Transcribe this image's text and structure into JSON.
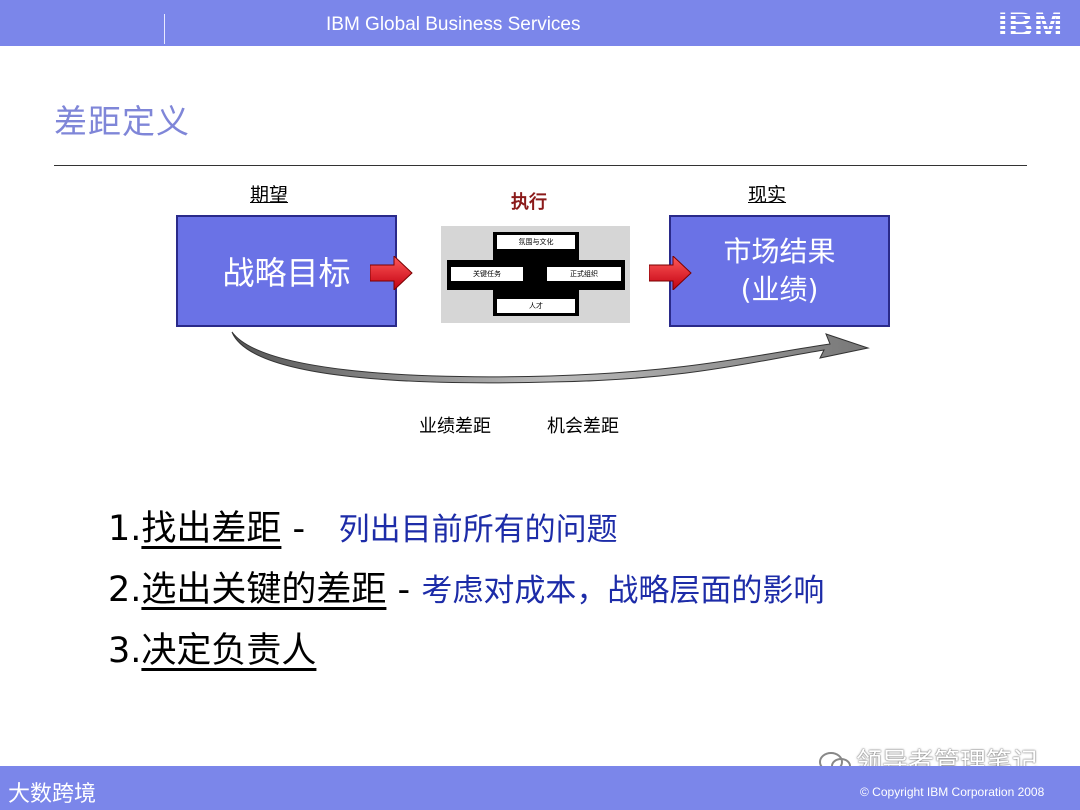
{
  "header": {
    "title": "IBM Global Business Services",
    "logo": "IBM"
  },
  "slide": {
    "heading": "差距定义",
    "labels": {
      "expectation": "期望",
      "execution": "执行",
      "reality": "现实"
    },
    "box_left": "战略目标",
    "box_right_line1": "市场结果",
    "box_right_line2": "(业绩)",
    "mini_diagram": {
      "top": "氛围与文化",
      "left": "关键任务",
      "right": "正式组织",
      "bottom": "人才"
    },
    "gap_labels": {
      "performance_gap": "业绩差距",
      "opportunity_gap": "机会差距"
    },
    "steps": [
      {
        "num": "1.",
        "title": "找出差距",
        "dash": " -",
        "desc": "列出目前所有的问题"
      },
      {
        "num": "2.",
        "title": "选出关键的差距",
        "dash": " -",
        "desc": "考虑对成本，战略层面的影响"
      },
      {
        "num": "3.",
        "title": "决定负责人",
        "dash": "",
        "desc": ""
      }
    ]
  },
  "watermark": "领导者管理笔记",
  "footer": {
    "brand": "大数跨境",
    "copyright": "© Copyright IBM Corporation 2008"
  },
  "colors": {
    "bar": "#7b86ea",
    "box": "#6a72e6",
    "arrow": "#e0182a",
    "desc": "#1d2ca8"
  }
}
